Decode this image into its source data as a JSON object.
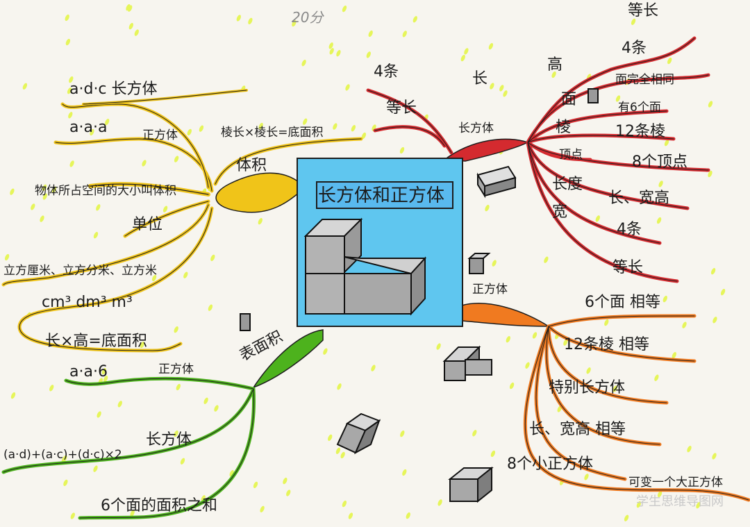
{
  "image": {
    "pencil_note": "20分",
    "watermark": "学生思维导图网"
  },
  "colors": {
    "center_fill": "#5fc6ef",
    "center_border": "#1d1d1d",
    "title_fill": "#59b9ee",
    "yellow": "#f0c419",
    "red": "#d42a2f",
    "orange": "#f07a20",
    "green": "#4db21d",
    "dot": "#e6f55a",
    "ink": "#1b1b1b"
  },
  "center": {
    "title": "长方体和正方体"
  },
  "branches": {
    "cuboid": {
      "label": "长方体",
      "top_left": {
        "a": "4条",
        "b": "等长"
      },
      "top_mid": {
        "a": "长",
        "b": "高"
      },
      "items": {
        "equal_long": "等长",
        "four_edges": "4条",
        "face": "面",
        "face_same": "面完全相同",
        "six_faces": "有6个面",
        "edge": "棱",
        "twelve_edges": "12条棱",
        "vertex": "顶点",
        "eight_vertices": "8个顶点",
        "length": "长度",
        "lwh": "长、宽高",
        "width": "宽",
        "four": "4条",
        "equal": "等长"
      }
    },
    "volume": {
      "label": "体积",
      "formula_top": "棱长×棱长=底面积",
      "cuboid_formula": "a·d·c 长方体",
      "cube_formula": "a·a·a",
      "cube_label": "正方体",
      "definition": "物体所占空间的大小叫体积",
      "unit": "单位",
      "units_cn": "立方厘米、立方分米、立方米",
      "units_sym": "cm³  dm³  m³",
      "base_formula": "长×高=底面积"
    },
    "surface": {
      "label": "表面积",
      "cube_formula": "a·a·6",
      "cube_label": "正方体",
      "cuboid_formula": "(a·d)+(a·c)+(d·c)×2",
      "cuboid_label": "长方体",
      "definition": "6个面的面积之和"
    },
    "cube": {
      "label": "正方体",
      "faces": "6个面  相等",
      "edges": "12条棱  相等",
      "special": "特别长方体",
      "lwh_equal": "长、宽高  相等",
      "small_cubes": "8个小正方体",
      "big_cube": "可变一个大正方体"
    }
  }
}
